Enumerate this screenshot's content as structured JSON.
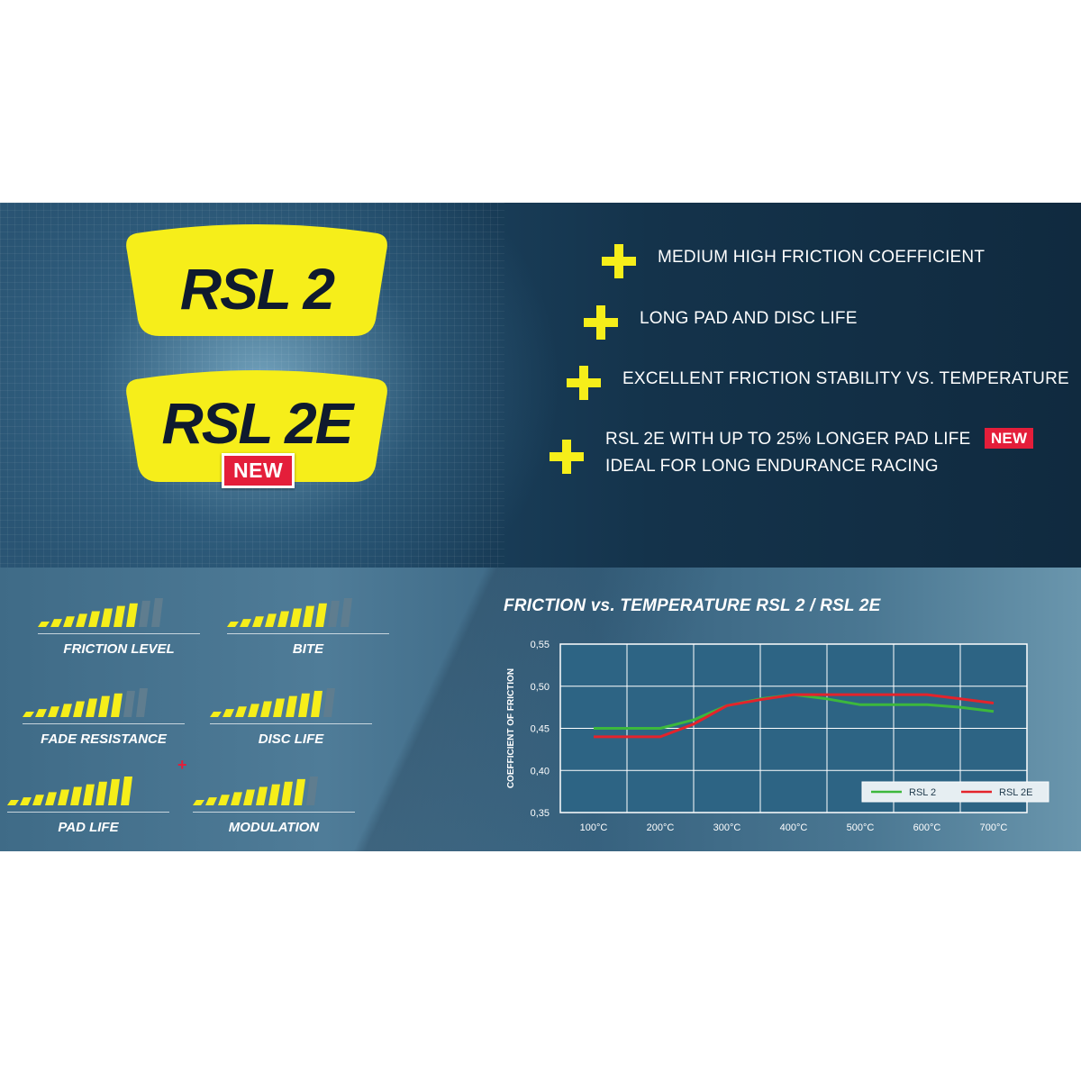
{
  "pads": [
    {
      "label": "RSL 2"
    },
    {
      "label": "RSL 2E",
      "badge": "NEW"
    }
  ],
  "features": [
    {
      "lines": [
        "MEDIUM HIGH FRICTION COEFFICIENT"
      ]
    },
    {
      "lines": [
        "LONG PAD AND DISC LIFE"
      ]
    },
    {
      "lines": [
        "EXCELLENT FRICTION STABILITY VS. TEMPERATURE"
      ]
    },
    {
      "lines": [
        "RSL 2E WITH UP TO 25% LONGER PAD LIFE",
        "IDEAL FOR LONG ENDURANCE RACING"
      ],
      "badge": "NEW"
    }
  ],
  "ratings": [
    {
      "label": "FRICTION LEVEL",
      "filled": 8,
      "total": 10,
      "plus": false
    },
    {
      "label": "BITE",
      "filled": 8,
      "total": 10,
      "plus": false
    },
    {
      "label": "FADE RESISTANCE",
      "filled": 8,
      "total": 10,
      "plus": false
    },
    {
      "label": "DISC LIFE",
      "filled": 9,
      "total": 10,
      "plus": false
    },
    {
      "label": "PAD LIFE",
      "filled": 10,
      "total": 10,
      "plus": true
    },
    {
      "label": "MODULATION",
      "filled": 9,
      "total": 10,
      "plus": false
    }
  ],
  "rating_plus_symbol": "+",
  "colors": {
    "accent_yellow": "#f6ee1a",
    "badge_red": "#e41e3a",
    "rsl2_line": "#3cb83c",
    "rsl2e_line": "#e4232b",
    "bar_empty": "#5f7d8f"
  },
  "chart_data": {
    "type": "line",
    "title": "FRICTION vs. TEMPERATURE RSL 2 / RSL 2E",
    "xlabel": "",
    "ylabel": "COEFFICIENT OF FRICTION",
    "x_tick_labels": [
      "100°C",
      "200°C",
      "300°C",
      "400°C",
      "500°C",
      "600°C",
      "700°C"
    ],
    "x": [
      100,
      200,
      300,
      400,
      500,
      600,
      700
    ],
    "y_tick_labels": [
      "0,55",
      "0,50",
      "0,45",
      "0,40",
      "0,35"
    ],
    "y_ticks": [
      0.55,
      0.5,
      0.45,
      0.4,
      0.35
    ],
    "xlim": [
      50,
      750
    ],
    "ylim": [
      0.35,
      0.55
    ],
    "grid": true,
    "legend_placement": "bottom-right",
    "series": [
      {
        "name": "RSL 2",
        "color": "#3cb83c",
        "points": [
          [
            100,
            0.45
          ],
          [
            200,
            0.45
          ],
          [
            250,
            0.46
          ],
          [
            300,
            0.477
          ],
          [
            350,
            0.485
          ],
          [
            400,
            0.49
          ],
          [
            450,
            0.485
          ],
          [
            500,
            0.478
          ],
          [
            550,
            0.478
          ],
          [
            600,
            0.478
          ],
          [
            650,
            0.475
          ],
          [
            700,
            0.47
          ]
        ]
      },
      {
        "name": "RSL 2E",
        "color": "#e4232b",
        "points": [
          [
            100,
            0.44
          ],
          [
            200,
            0.44
          ],
          [
            250,
            0.455
          ],
          [
            300,
            0.477
          ],
          [
            350,
            0.484
          ],
          [
            400,
            0.49
          ],
          [
            450,
            0.49
          ],
          [
            500,
            0.49
          ],
          [
            550,
            0.49
          ],
          [
            600,
            0.49
          ],
          [
            650,
            0.485
          ],
          [
            700,
            0.48
          ]
        ]
      }
    ]
  }
}
